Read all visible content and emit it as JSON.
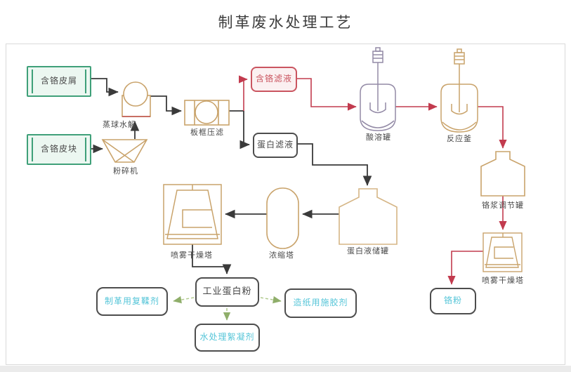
{
  "title": "制革废水处理工艺",
  "nodes": {
    "chrome_shavings": {
      "label": "含铬皮屑"
    },
    "chrome_pieces": {
      "label": "含铬皮块"
    },
    "crusher": {
      "label": "粉碎机"
    },
    "ball_digester": {
      "label": "蒸球水解"
    },
    "filter_press": {
      "label": "板框压滤"
    },
    "chrome_filtrate": {
      "label": "含铬滤液"
    },
    "protein_filtrate": {
      "label": "蛋白滤液"
    },
    "acid_dissolving_tank": {
      "label": "酸溶罐"
    },
    "reactor": {
      "label": "反应釜"
    },
    "chrome_slurry_tank": {
      "label": "铬浆调节罐"
    },
    "spray_dryer_right": {
      "label": "喷雾干燥塔"
    },
    "chrome_powder": {
      "label": "铬粉"
    },
    "spray_dryer_left": {
      "label": "喷雾干燥塔"
    },
    "concentration_tower": {
      "label": "浓缩塔"
    },
    "protein_storage_tank": {
      "label": "蛋白液储罐"
    },
    "industrial_protein_powder": {
      "label": "工业蛋白粉"
    },
    "retanning_agent": {
      "label": "制革用复鞣剂"
    },
    "paper_sizing_agent": {
      "label": "造纸用施胶剂"
    },
    "water_flocculant": {
      "label": "水处理絮凝剂"
    }
  },
  "colors": {
    "green_border": "#3FA079",
    "green_fill": "#ECF7F1",
    "tan_equipment": "#C9A36B",
    "purple_vessel": "#938AA6",
    "red_flow": "#C23B4E",
    "red_box": "#CA5560",
    "black_flow": "#3A3A3A",
    "cyan_text": "#55C5D8",
    "dark_border": "#4D4D4D",
    "green_connector": "#AFC98B"
  }
}
